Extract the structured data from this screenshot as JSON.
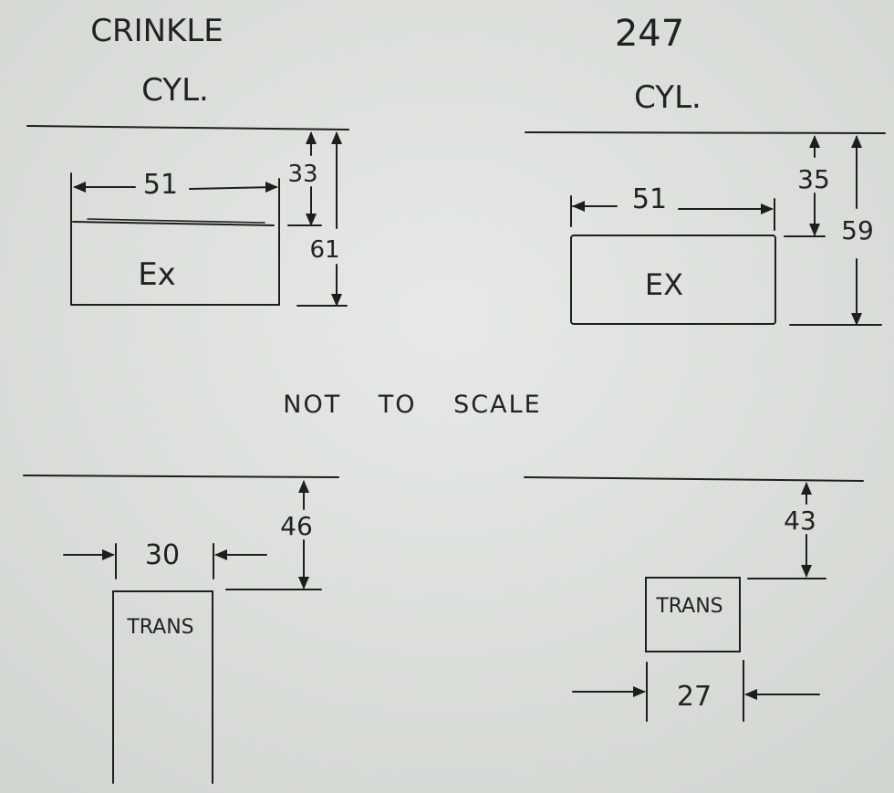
{
  "sheet_note": "NOT TO SCALE",
  "diagrams": [
    {
      "title_line1": "CRINKLE",
      "title_line2": "CYL.",
      "width_label": "51",
      "top_gap_label": "33",
      "total_height_label": "61",
      "box_label": "Ex"
    },
    {
      "title_line1": "247",
      "title_line2": "CYL.",
      "width_label": "51",
      "top_gap_label": "35",
      "total_height_label": "59",
      "box_label": "EX"
    },
    {
      "width_label": "30",
      "top_gap_label": "46",
      "box_label": "TRANS"
    },
    {
      "width_label": "27",
      "top_gap_label": "43",
      "box_label": "TRANS"
    }
  ]
}
